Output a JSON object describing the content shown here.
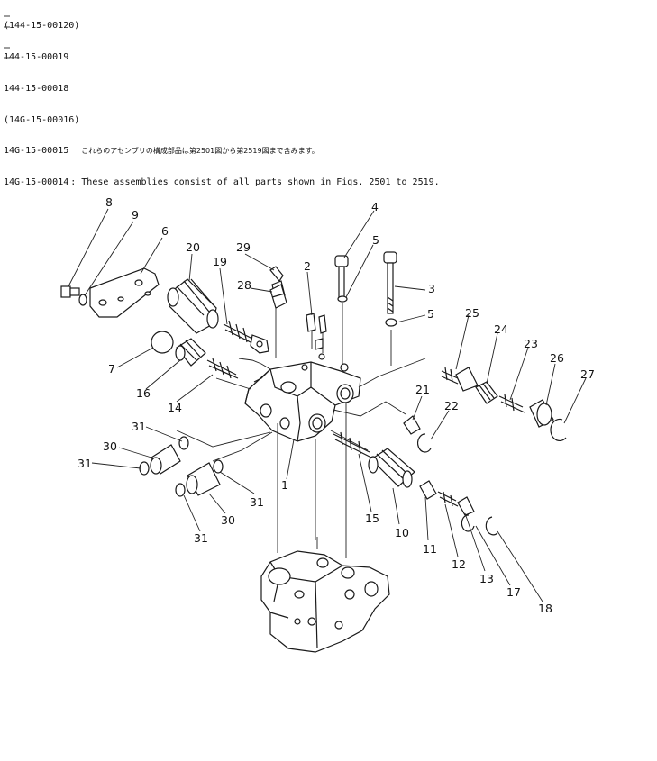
{
  "header": {
    "rows": [
      {
        "part_no": "(144-15-00120)",
        "note": ""
      },
      {
        "part_no": "144-15-00019",
        "note": ""
      },
      {
        "part_no": "144-15-00018",
        "note": ""
      },
      {
        "part_no": "(14G-15-00016)",
        "note": ""
      },
      {
        "part_no": "14G-15-00015",
        "note": "これらのアセンブリの構成部品は第2501図から第2519図まで含みます。"
      },
      {
        "part_no": "14G-15-00014",
        "note": ": These assemblies consist of all parts shown in Figs. 2501 to 2519."
      }
    ]
  },
  "callouts": [
    "8",
    "9",
    "6",
    "20",
    "29",
    "19",
    "28",
    "2",
    "4",
    "5",
    "3",
    "5",
    "7",
    "25",
    "24",
    "23",
    "26",
    "27",
    "16",
    "14",
    "21",
    "22",
    "31",
    "30",
    "31",
    "1",
    "15",
    "10",
    "11",
    "12",
    "13",
    "17",
    "18",
    "31",
    "30",
    "31"
  ]
}
